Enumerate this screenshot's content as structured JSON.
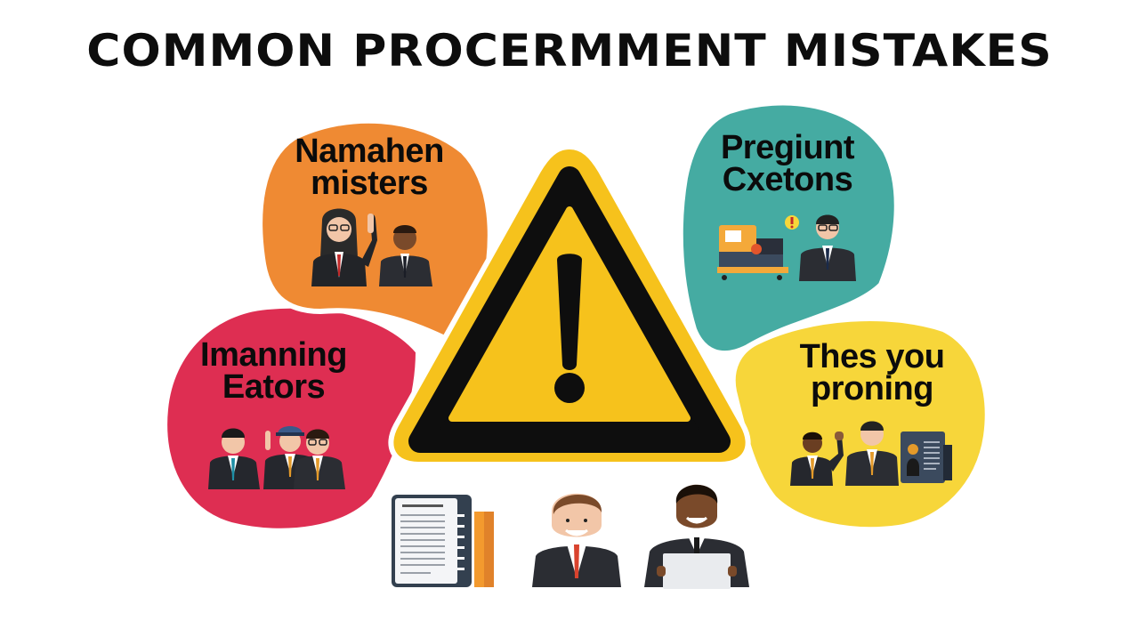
{
  "title": "COMMON PROCERMMENT MISTAKES",
  "colors": {
    "background": "#ffffff",
    "title": "#0d0d0d",
    "orange_blob": "#ef8a33",
    "teal_blob": "#45aba2",
    "red_blob": "#de2e52",
    "yellow_blob": "#f7d63a",
    "warning_fill": "#f6c21c",
    "warning_stroke": "#0e0e0e"
  },
  "bubbles": [
    {
      "id": "orange",
      "label_line1": "Namahen",
      "label_line2": "misters",
      "icons": [
        "businesswoman-with-glasses-pointing-icon",
        "businessman-smiling-icon"
      ]
    },
    {
      "id": "teal",
      "label_line1": "Pregiunt",
      "label_line2": "Cxetons",
      "icons": [
        "machine-with-alert-icon",
        "businessman-with-glasses-icon"
      ]
    },
    {
      "id": "red",
      "label_line1": "Imanning",
      "label_line2": "Eators",
      "icons": [
        "businessman-icon",
        "officer-pointing-icon",
        "businessman-with-glasses-icon"
      ]
    },
    {
      "id": "yellow",
      "label_line1": "Thes you",
      "label_line2": "proning",
      "icons": [
        "businessman-waving-icon",
        "businessman-icon",
        "id-document-icon"
      ]
    }
  ],
  "center_icon": "warning-triangle-icon",
  "bottom_icons": [
    "clipboard-document-icon",
    "businessman-red-tie-icon",
    "businessman-holding-paper-icon"
  ]
}
